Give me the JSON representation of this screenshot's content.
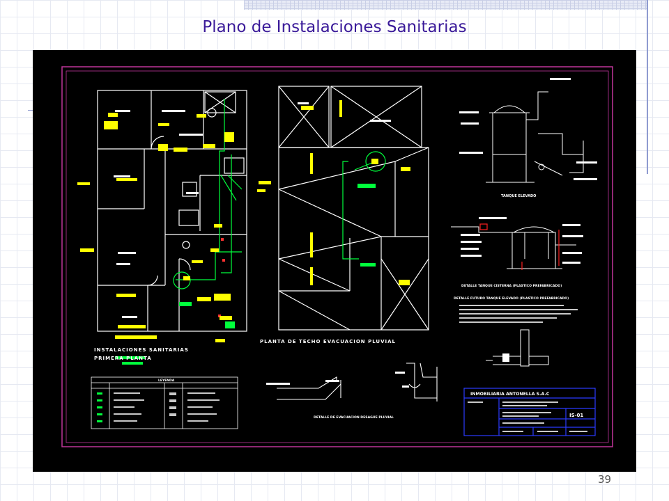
{
  "slide": {
    "title": "Plano de Instalaciones Sanitarias",
    "page_number": "39"
  },
  "drawing": {
    "plan_label_line1": "INSTALACIONES SANITARIAS",
    "plan_label_line2": "PRIMERA PLANTA",
    "roof_plan_label": "PLANTA DE TECHO EVACUACION PLUVIAL",
    "tank_title": "TANQUE ELEVADO",
    "detail_cistern": "DETALLE TANQUE CISTERNA (PLASTICO PREFABRICADO)",
    "detail_future_tank": "DETALLE FUTURO TANQUE ELEVADO (PLASTICO PREFABRICADO)",
    "detail_drain": "DETALLE DE EVACUACION DESAGUE PLUVIAL",
    "legend_title": "LEYENDA",
    "title_block_company": "INMOBILIARIA ANTONELLA S.A.C",
    "sheet_code": "IS-01"
  },
  "colors": {
    "frame": "#c0359a",
    "walls": "#ffffff",
    "labels": "#ffff00",
    "pipes_green": "#00ff3c",
    "title_block": "#2b3bff"
  }
}
